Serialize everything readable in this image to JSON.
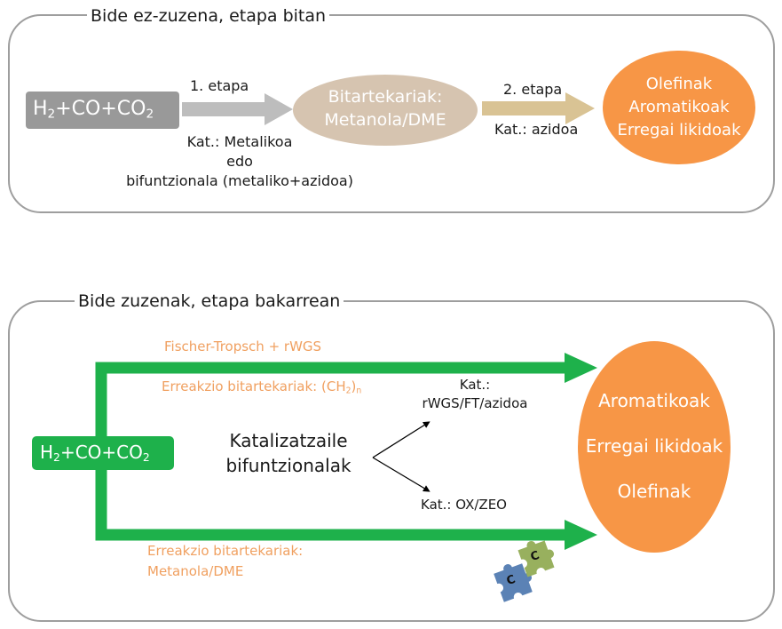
{
  "panel_top": {
    "title": "Bide ez-zuzena, etapa bitan",
    "reactant": {
      "main": "H",
      "sub1": "2",
      "mid": "+CO+CO",
      "sub2": "2"
    },
    "step1": {
      "label": "1. etapa",
      "catalyst_line1": "Kat.: Metalikoa",
      "catalyst_line2": "edo",
      "catalyst_line3": "bifuntzionala (metaliko+azidoa)"
    },
    "intermediate": {
      "line1": "Bitartekariak:",
      "line2": "Metanola/DME"
    },
    "step2": {
      "label": "2. etapa",
      "catalyst": "Kat.: azidoa"
    },
    "products": [
      "Olefinak",
      "Aromatikoak",
      "Erregai likidoak"
    ]
  },
  "panel_bottom": {
    "title": "Bide zuzenak, etapa bakarrean",
    "reactant": {
      "main": "H",
      "sub1": "2",
      "mid": "+CO+CO",
      "sub2": "2"
    },
    "upper_route": {
      "name": "Fischer-Tropsch + rWGS",
      "intermediates_prefix": "Erreakzio bitartekariak: (CH",
      "intermediates_sub": "2",
      "intermediates_close": ")",
      "intermediates_subn": "n"
    },
    "lower_route": {
      "line1": "Erreakzio bitartekariak:",
      "line2": "Metanola/DME"
    },
    "catalyst_center": {
      "line1": "Katalizatzaile",
      "line2": "bifuntzionalak"
    },
    "catalyst_upper": {
      "line1": "Kat.:",
      "line2": "rWGS/FT/azidoa"
    },
    "catalyst_lower": "Kat.: OX/ZEO",
    "products": [
      "Aromatikoak",
      "Erregai likidoak",
      "Olefinak"
    ],
    "puzzle_labels": [
      "C",
      "C"
    ]
  },
  "colors": {
    "frame": "#9e9e9e",
    "reactant_gray": "#999999",
    "arrow_gray": "#bdbdbd",
    "intermediate_tan": "#d6c4b0",
    "arrow_tan": "#d9c394",
    "product_orange": "#f79646",
    "route_green": "#1eb14b",
    "text_orange": "#f0a060",
    "puzzle_blue": "#5b82b5",
    "puzzle_green": "#98b05e"
  }
}
